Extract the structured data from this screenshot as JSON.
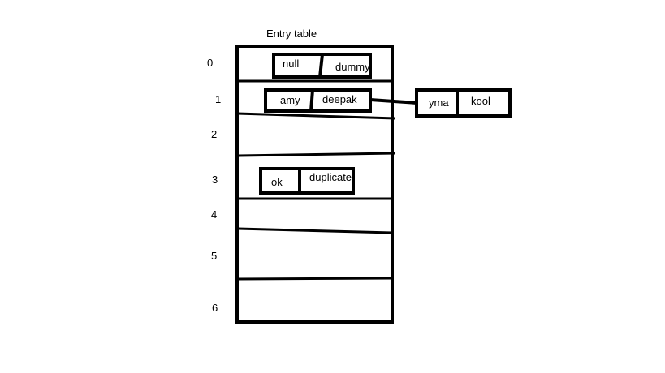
{
  "title": "Entry table",
  "index_labels": [
    "0",
    "1",
    "2",
    "3",
    "4",
    "5",
    "6"
  ],
  "entries": [
    {
      "key": "null",
      "value": "dummy"
    },
    {
      "key": "amy",
      "value": "deepak"
    },
    {
      "key": "ok",
      "value": "duplicate"
    }
  ],
  "chained_entry": {
    "key": "yma",
    "value": "kool"
  },
  "colors": {
    "stroke": "#000000",
    "background": "#ffffff"
  }
}
